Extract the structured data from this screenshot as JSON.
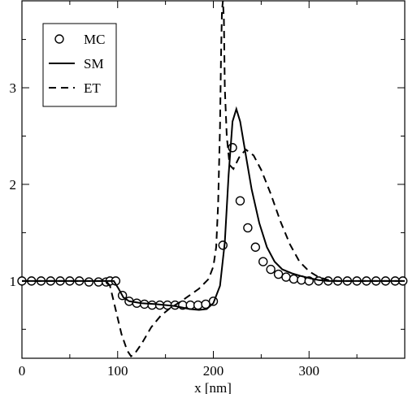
{
  "chart_data": {
    "type": "line",
    "title": "",
    "xlabel": "x  [nm]",
    "ylabel": "",
    "xlim": [
      0,
      400
    ],
    "ylim": [
      0.2,
      3.9
    ],
    "xticks": [
      0,
      100,
      200,
      300
    ],
    "yticks": [
      1,
      2,
      3
    ],
    "grid": false,
    "legend_position": "top-left",
    "series": [
      {
        "name": "MC",
        "style": "circles",
        "points": [
          [
            0,
            1.0
          ],
          [
            10,
            1.0
          ],
          [
            20,
            1.0
          ],
          [
            30,
            1.0
          ],
          [
            40,
            1.0
          ],
          [
            50,
            1.0
          ],
          [
            60,
            1.0
          ],
          [
            70,
            0.99
          ],
          [
            80,
            0.99
          ],
          [
            88,
            0.99
          ],
          [
            92,
            1.0
          ],
          [
            98,
            1.0
          ],
          [
            105,
            0.85
          ],
          [
            112,
            0.79
          ],
          [
            120,
            0.77
          ],
          [
            128,
            0.76
          ],
          [
            136,
            0.75
          ],
          [
            144,
            0.75
          ],
          [
            152,
            0.75
          ],
          [
            160,
            0.75
          ],
          [
            168,
            0.75
          ],
          [
            176,
            0.75
          ],
          [
            184,
            0.75
          ],
          [
            192,
            0.76
          ],
          [
            200,
            0.79
          ],
          [
            210,
            1.37
          ],
          [
            220,
            2.38
          ],
          [
            228,
            1.83
          ],
          [
            236,
            1.55
          ],
          [
            244,
            1.35
          ],
          [
            252,
            1.2
          ],
          [
            260,
            1.12
          ],
          [
            268,
            1.07
          ],
          [
            276,
            1.04
          ],
          [
            284,
            1.02
          ],
          [
            292,
            1.01
          ],
          [
            300,
            1.0
          ],
          [
            310,
            1.0
          ],
          [
            320,
            1.0
          ],
          [
            330,
            1.0
          ],
          [
            340,
            1.0
          ],
          [
            350,
            1.0
          ],
          [
            360,
            1.0
          ],
          [
            370,
            1.0
          ],
          [
            380,
            1.0
          ],
          [
            390,
            1.0
          ],
          [
            398,
            1.0
          ]
        ]
      },
      {
        "name": "SM",
        "style": "solid",
        "points": [
          [
            0,
            1.0
          ],
          [
            90,
            1.0
          ],
          [
            96,
            1.0
          ],
          [
            101,
            0.92
          ],
          [
            106,
            0.83
          ],
          [
            112,
            0.79
          ],
          [
            125,
            0.77
          ],
          [
            140,
            0.76
          ],
          [
            160,
            0.74
          ],
          [
            175,
            0.71
          ],
          [
            185,
            0.7
          ],
          [
            193,
            0.71
          ],
          [
            200,
            0.77
          ],
          [
            207,
            0.95
          ],
          [
            212,
            1.4
          ],
          [
            216,
            2.1
          ],
          [
            220,
            2.65
          ],
          [
            224,
            2.78
          ],
          [
            228,
            2.65
          ],
          [
            234,
            2.3
          ],
          [
            240,
            1.95
          ],
          [
            248,
            1.6
          ],
          [
            256,
            1.35
          ],
          [
            264,
            1.2
          ],
          [
            272,
            1.12
          ],
          [
            282,
            1.08
          ],
          [
            292,
            1.05
          ],
          [
            300,
            1.03
          ],
          [
            310,
            1.01
          ],
          [
            320,
            1.0
          ],
          [
            400,
            1.0
          ]
        ]
      },
      {
        "name": "ET",
        "style": "dashed",
        "points": [
          [
            0,
            1.0
          ],
          [
            88,
            1.0
          ],
          [
            92,
            0.95
          ],
          [
            98,
            0.7
          ],
          [
            104,
            0.45
          ],
          [
            110,
            0.28
          ],
          [
            114,
            0.22
          ],
          [
            118,
            0.25
          ],
          [
            125,
            0.35
          ],
          [
            135,
            0.52
          ],
          [
            145,
            0.64
          ],
          [
            155,
            0.72
          ],
          [
            165,
            0.78
          ],
          [
            175,
            0.85
          ],
          [
            185,
            0.92
          ],
          [
            195,
            1.02
          ],
          [
            200,
            1.15
          ],
          [
            203,
            1.35
          ],
          [
            205,
            1.8
          ],
          [
            207,
            2.6
          ],
          [
            208,
            3.3
          ],
          [
            209,
            3.8
          ],
          [
            210,
            3.9
          ],
          [
            211,
            3.7
          ],
          [
            212,
            3.0
          ],
          [
            214,
            2.5
          ],
          [
            217,
            2.2
          ],
          [
            221,
            2.16
          ],
          [
            227,
            2.28
          ],
          [
            234,
            2.36
          ],
          [
            242,
            2.3
          ],
          [
            250,
            2.15
          ],
          [
            260,
            1.9
          ],
          [
            270,
            1.62
          ],
          [
            280,
            1.38
          ],
          [
            290,
            1.2
          ],
          [
            300,
            1.1
          ],
          [
            310,
            1.04
          ],
          [
            320,
            1.01
          ],
          [
            330,
            1.0
          ],
          [
            400,
            1.0
          ]
        ]
      }
    ]
  }
}
